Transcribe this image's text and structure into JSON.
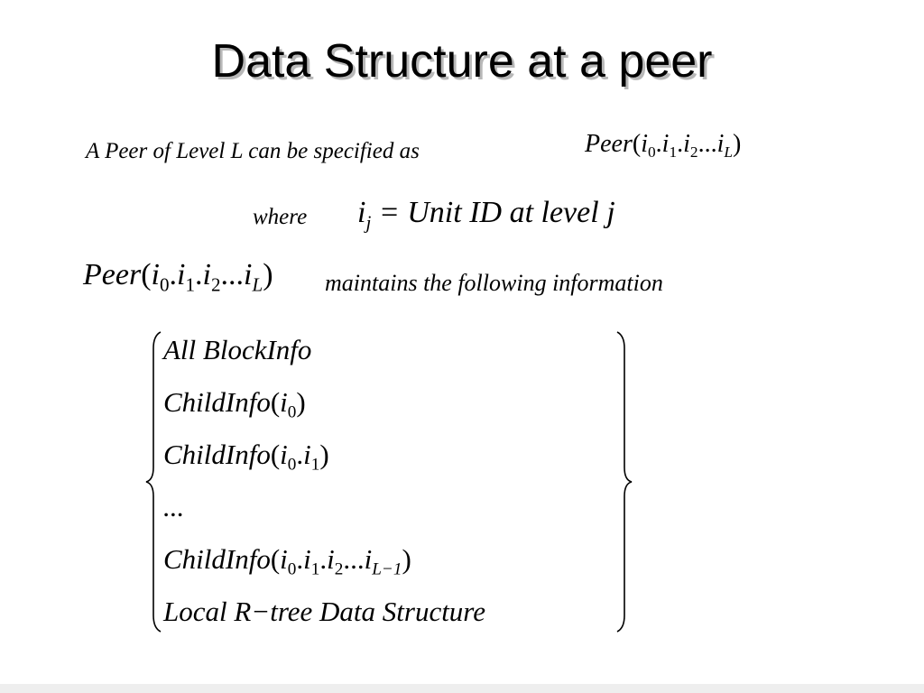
{
  "slide": {
    "title": "Data Structure at a peer",
    "intro_text": "A Peer of Level L can be specified as",
    "peer_expr": {
      "name": "Peer",
      "open": "(",
      "i": "i",
      "s0": "0",
      "s1": "1",
      "s2": "2",
      "dots": "...",
      "sL": "L",
      "dot": ".",
      "close": ")"
    },
    "where_text": "where",
    "definition": {
      "lhs": "i",
      "lhs_sub": "j",
      "rhs": "= Unit ID at level j"
    },
    "maintains_text": "maintains the following information",
    "info_list": {
      "item1": "All BlockInfo",
      "childinfo": "ChildInfo",
      "ellipsis": "...",
      "sLm1": "L−1",
      "last": "Local R−tree Data Structure"
    }
  }
}
